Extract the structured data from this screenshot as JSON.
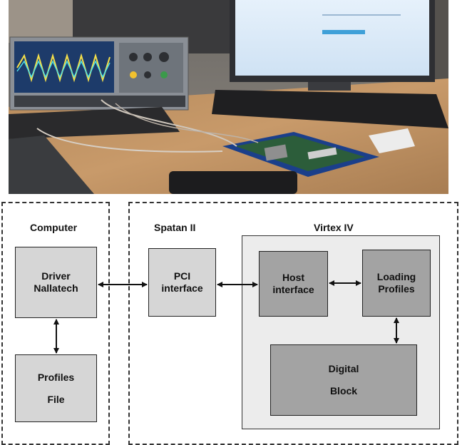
{
  "photo": {
    "icon": "lab-setup-photo"
  },
  "diagram": {
    "computer": {
      "title": "Computer",
      "driver": [
        "Driver",
        "Nallatech"
      ],
      "profiles_file": [
        "Profiles",
        "File"
      ]
    },
    "spartan": {
      "title": "Spatan II",
      "pci": [
        "PCI",
        "interface"
      ]
    },
    "virtex": {
      "title": "Virtex IV",
      "host": [
        "Host",
        "interface"
      ],
      "loading": [
        "Loading",
        "Profiles"
      ],
      "digital": [
        "Digital",
        "Block"
      ]
    }
  },
  "colors": {
    "light_block": "#d6d6d6",
    "mid_block": "#a3a3a3",
    "virtex_area": "#ececec",
    "border": "#222222"
  }
}
